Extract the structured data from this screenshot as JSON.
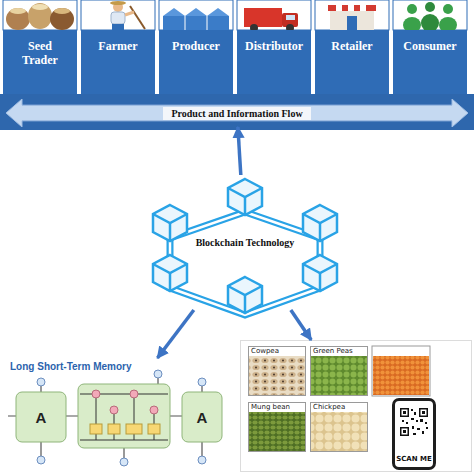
{
  "diagram": {
    "nodes": [
      {
        "text": [
          "Seed Trader"
        ]
      },
      {
        "text": [
          "Farmer"
        ]
      },
      {
        "text": [
          "Producer"
        ]
      },
      {
        "text": [
          "Distributor"
        ]
      },
      {
        "text": [
          "Retailer"
        ]
      },
      {
        "text": [
          "Consumer"
        ]
      },
      {
        "text": [
          "Product and Information Flow"
        ]
      },
      {
        "text": [
          "Blockchain Technology"
        ]
      },
      {
        "text": [
          "Long Short-Term Memory"
        ]
      },
      {
        "text": []
      },
      {
        "text": [
          "Cowpea"
        ],
        "in": 9
      },
      {
        "text": [
          "Green Peas"
        ],
        "in": 9
      },
      {
        "text": [
          "Mung bean"
        ],
        "in": 9
      },
      {
        "text": [
          "Chickpea"
        ],
        "in": 9
      },
      {
        "text": [
          "SCAN ME"
        ],
        "in": 9
      }
    ],
    "edges": [
      {
        "from": 7,
        "to": 6,
        "arrow": "to"
      },
      {
        "from": 7,
        "to": 8,
        "arrow": "to"
      },
      {
        "from": 7,
        "to": 9,
        "arrow": "to"
      }
    ],
    "labels": [
      "A",
      "A"
    ]
  }
}
